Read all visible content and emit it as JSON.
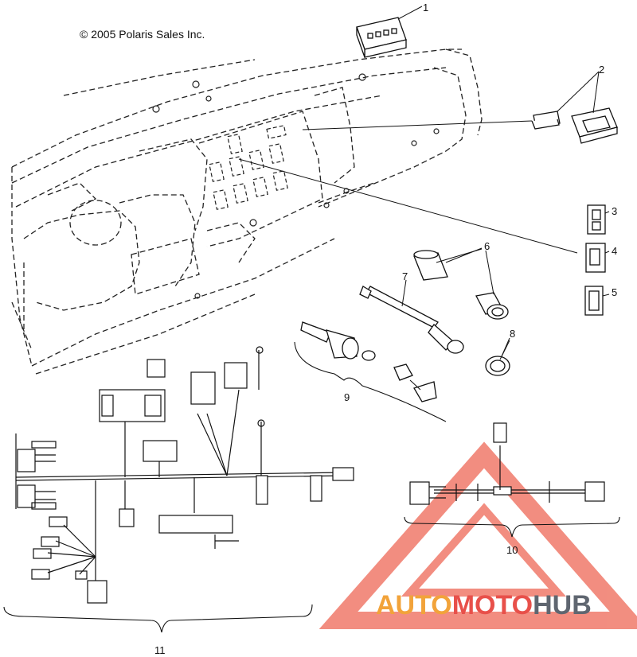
{
  "copyright": "© 2005 Polaris Sales Inc.",
  "callouts": [
    "1",
    "2",
    "3",
    "4",
    "5",
    "6",
    "7",
    "8",
    "9",
    "10",
    "11"
  ],
  "watermark": {
    "part1": "AUTO",
    "part2": "MOTO",
    "part3": "HUB",
    "color_orange": "#f2a33a",
    "color_red": "#e8504a",
    "color_gray": "#5f6670"
  }
}
